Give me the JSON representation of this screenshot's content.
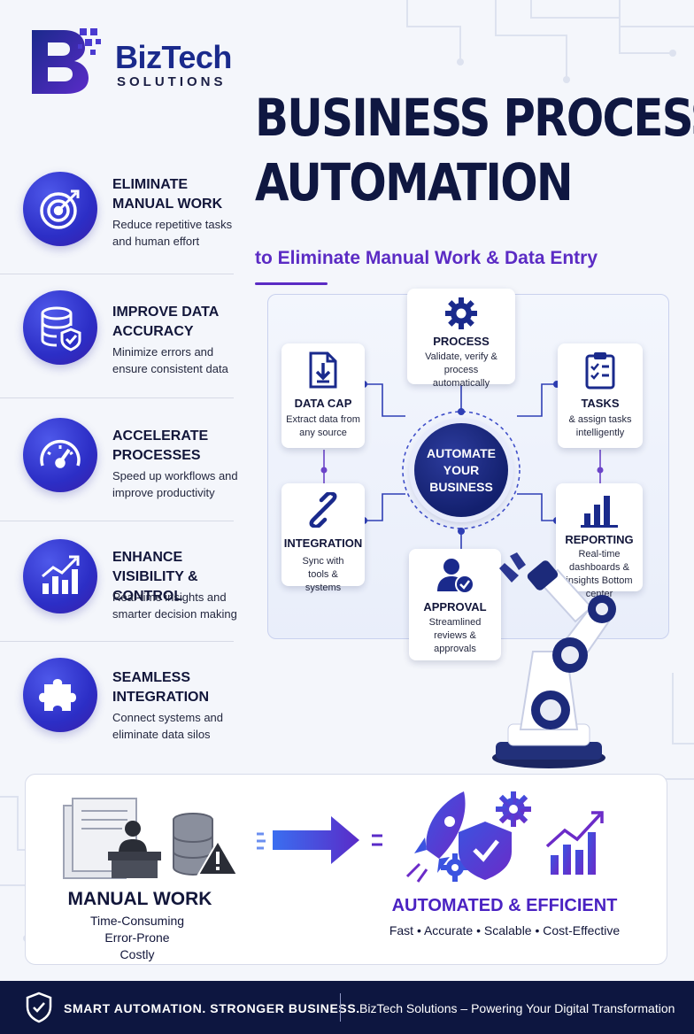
{
  "brand": {
    "logo_letter": "B",
    "name": "BizTech",
    "tagline": "SOLUTIONS"
  },
  "headline": {
    "line1": "BUSINESS PROCESS",
    "line2": "AUTOMATION",
    "subtitle": "to Eliminate Manual Work & Data Entry"
  },
  "benefits": [
    {
      "icon": "target-arrow-icon",
      "title": "ELIMINATE MANUAL WORK",
      "desc": "Reduce repetitive tasks and human effort"
    },
    {
      "icon": "database-shield-icon",
      "title": "IMPROVE DATA ACCURACY",
      "desc": "Minimize errors and ensure consistent data"
    },
    {
      "icon": "speedometer-icon",
      "title": "ACCELERATE PROCESSES",
      "desc": "Speed up workflows and improve productivity"
    },
    {
      "icon": "growth-chart-icon",
      "title": "ENHANCE VISIBILITY & CONTROL",
      "desc": "Real-time insights and smarter decision making"
    },
    {
      "icon": "puzzle-piece-icon",
      "title": "SEAMLESS INTEGRATION",
      "desc": "Connect systems and eliminate data silos"
    }
  ],
  "workflow": {
    "hub": [
      "AUTOMATE",
      "YOUR",
      "BUSINESS"
    ],
    "process": {
      "icon": "gear-icon",
      "title": "PROCESS",
      "desc": "Validate, verify & process automatically"
    },
    "data_cap": {
      "icon": "document-download-icon",
      "title": "DATA CAP",
      "desc": "Extract data from any source"
    },
    "tasks": {
      "icon": "clipboard-checklist-icon",
      "title": "TASKS",
      "desc": "& assign tasks intelligently"
    },
    "integration": {
      "icon": "chain-link-icon",
      "title": "INTEGRATION",
      "desc": "Sync with tools & systems"
    },
    "reporting": {
      "icon": "bar-chart-icon",
      "title": "REPORTING",
      "desc": "Real-time dashboards & insights Bottom center"
    },
    "approval": {
      "icon": "user-check-icon",
      "title": "APPROVAL",
      "desc": "Streamlined reviews & approvals"
    }
  },
  "comparison": {
    "manual": {
      "title": "MANUAL WORK",
      "lines": [
        "Time-Consuming",
        "Error-Prone",
        "Costly"
      ]
    },
    "automated": {
      "title": "AUTOMATED & EFFICIENT",
      "features": "Fast • Accurate • Scalable • Cost-Effective"
    }
  },
  "footer": {
    "left": "SMART AUTOMATION. STRONGER BUSINESS.",
    "right": "BizTech Solutions – Powering Your Digital Transformation"
  },
  "colors": {
    "navy": "#0f1741",
    "brand_blue": "#1a2a8c",
    "purple": "#5b2bc4",
    "icon_blue": "#2c2ec6",
    "footer_bg": "#0d1640"
  }
}
